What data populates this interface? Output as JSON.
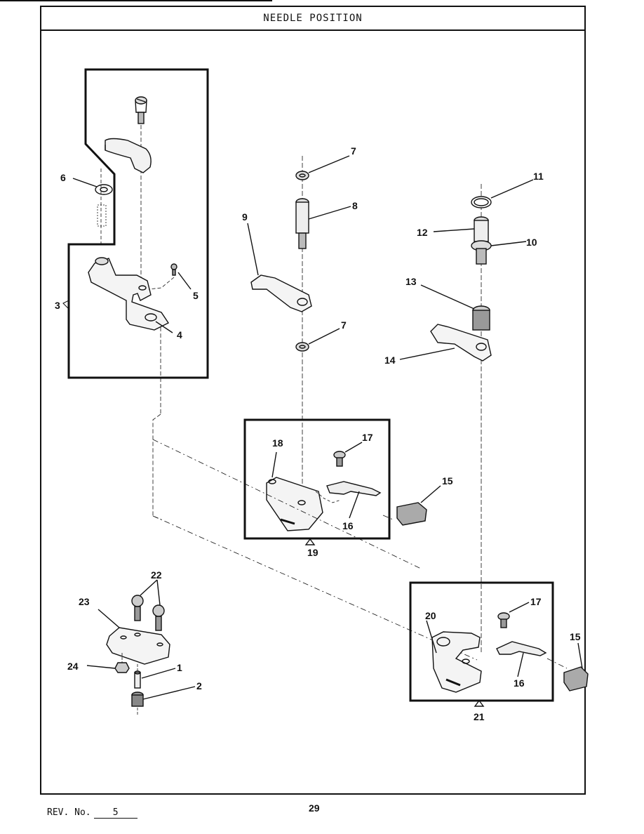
{
  "page": {
    "title": "NEEDLE POSITION",
    "rev_label": "REV. No.",
    "rev_value": "5",
    "page_number": "29"
  },
  "callouts": {
    "c1": "1",
    "c2": "2",
    "c3": "3",
    "c4": "4",
    "c5": "5",
    "c6": "6",
    "c7a": "7",
    "c7b": "7",
    "c8": "8",
    "c9": "9",
    "c10": "10",
    "c11": "11",
    "c12": "12",
    "c13": "13",
    "c14": "14",
    "c15a": "15",
    "c15b": "15",
    "c16a": "16",
    "c16b": "16",
    "c17a": "17",
    "c17b": "17",
    "c18": "18",
    "c19": "19",
    "c20": "20",
    "c21": "21",
    "c22": "22",
    "c23": "23",
    "c24": "24"
  },
  "colors": {
    "ink": "#111111",
    "paper": "#ffffff",
    "shade": "#c8c8c8"
  }
}
